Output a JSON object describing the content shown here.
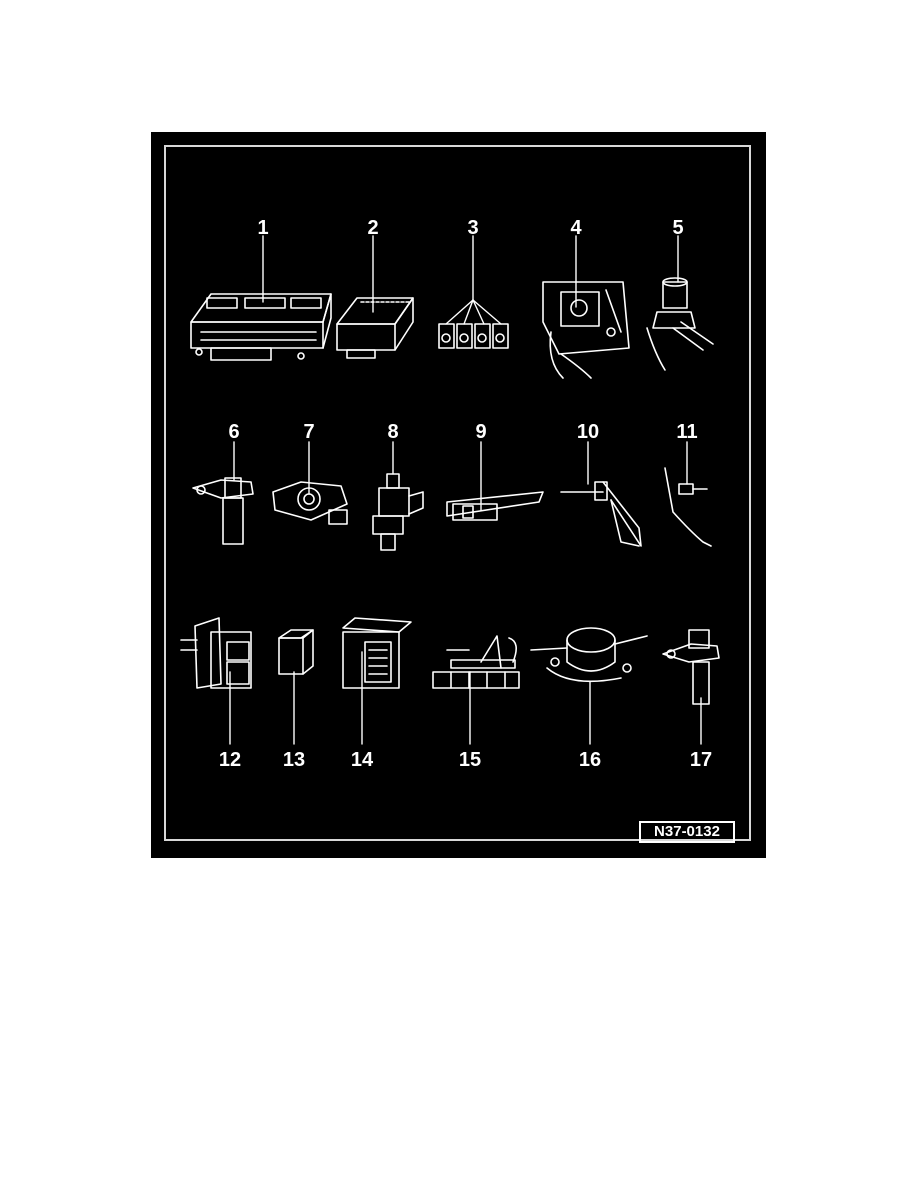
{
  "figure": {
    "reference_code": "N37-0132",
    "callouts": [
      "1",
      "2",
      "3",
      "4",
      "5",
      "6",
      "7",
      "8",
      "9",
      "10",
      "11",
      "12",
      "13",
      "14",
      "15",
      "16",
      "17"
    ],
    "colors": {
      "background": "#000000",
      "line_art": "#ffffff",
      "page": "#ffffff"
    }
  }
}
